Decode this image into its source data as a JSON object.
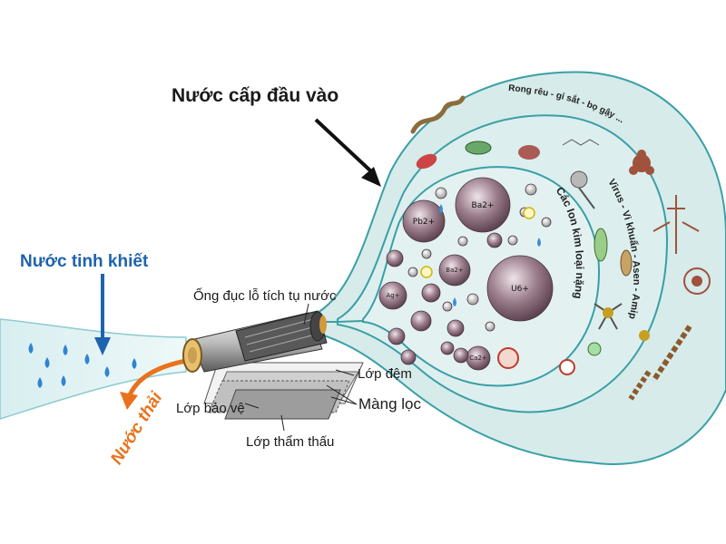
{
  "labels": {
    "feed_water": "Nước cấp đầu vào",
    "pure_water": "Nước tinh khiết",
    "waste_water": "Nước thải",
    "perforated_tube": "Ống đục lỗ tích tụ nước",
    "spacer_layer": "Lớp đệm",
    "filter_membrane": "Màng lọc",
    "protective_layer": "Lớp bảo vệ",
    "permeate_layer": "Lớp thẩm thấu",
    "outer_ring": "Rong rêu - gỉ sắt - bọ gậy ...",
    "middle_ring": "Virus - Vi khuẩn - Asen - Amip",
    "inner_ring": "Các Ion kim loại nặng"
  },
  "ions": {
    "pb": "Pb2+",
    "ba": "Ba2+",
    "ba2": "Ba2+",
    "u": "U6+",
    "ag": "Ag+",
    "ca": "Ca2+"
  },
  "colors": {
    "title_blue": "#1d63ad",
    "waste_orange": "#e8731c",
    "arrow_blue": "#1d63ad",
    "bubble_fill": "#d9ece9",
    "bubble_stroke": "#3a9fa6",
    "ion_fill": "#8a6a79",
    "water_drop": "#3b8fd6"
  }
}
